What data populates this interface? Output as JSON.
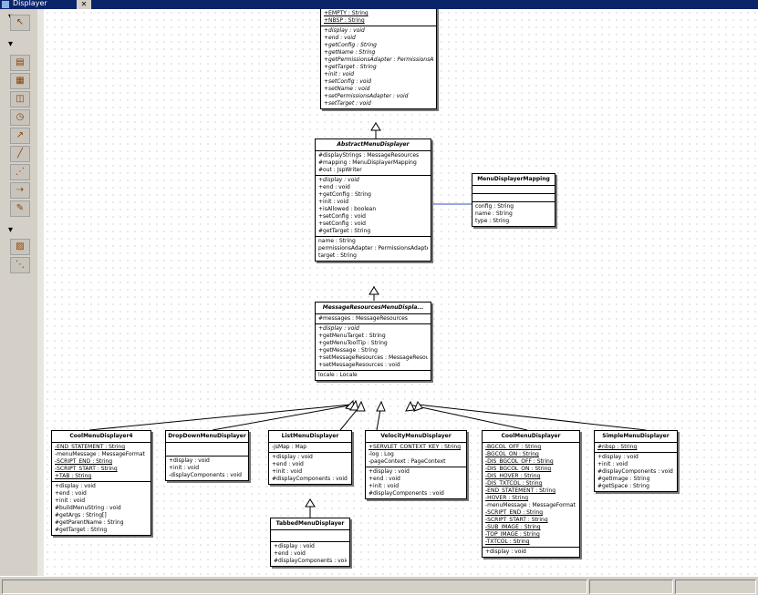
{
  "window": {
    "title": "Displayer"
  },
  "palette": {
    "tools": [
      {
        "name": "select-tool",
        "glyph": "↖"
      },
      {
        "name": "class-tool",
        "glyph": "▤"
      },
      {
        "name": "interface-tool",
        "glyph": "▦"
      },
      {
        "name": "note-tool",
        "glyph": "◫"
      },
      {
        "name": "package-tool",
        "glyph": "◷"
      },
      {
        "name": "generalization-tool",
        "glyph": "↗"
      },
      {
        "name": "association-tool",
        "glyph": "╱"
      },
      {
        "name": "aggregation-tool",
        "glyph": "⋰"
      },
      {
        "name": "dependency-tool",
        "glyph": "⇢"
      },
      {
        "name": "comment-tool",
        "glyph": "✎"
      },
      {
        "name": "picture-tool",
        "glyph": "▨"
      },
      {
        "name": "anchor-tool",
        "glyph": "⋱"
      }
    ]
  },
  "classes": {
    "menu_displayer": {
      "name": "",
      "attributes": [
        {
          "text": "+EMPTY : String",
          "style": "st"
        },
        {
          "text": "+NBSP : String",
          "style": "st"
        }
      ],
      "operations": [
        {
          "text": "+display : void",
          "style": "ab"
        },
        {
          "text": "+end : void",
          "style": "ab"
        },
        {
          "text": "+getConfig : String",
          "style": "ab"
        },
        {
          "text": "+getName : String",
          "style": "ab"
        },
        {
          "text": "+getPermissionsAdapter : PermissionsAdapter",
          "style": "ab"
        },
        {
          "text": "+getTarget : String",
          "style": "ab"
        },
        {
          "text": "+init : void",
          "style": "ab"
        },
        {
          "text": "+setConfig : void",
          "style": "ab"
        },
        {
          "text": "+setName : void",
          "style": "ab"
        },
        {
          "text": "+setPermissionsAdapter : void",
          "style": "ab"
        },
        {
          "text": "+setTarget : void",
          "style": "ab"
        }
      ]
    },
    "abstract_menu_displayer": {
      "name": "AbstractMenuDisplayer",
      "attributes": [
        {
          "text": "#displayStrings : MessageResources",
          "style": ""
        },
        {
          "text": "#mapping : MenuDisplayerMapping",
          "style": ""
        },
        {
          "text": "#out : JspWriter",
          "style": ""
        }
      ],
      "operations": [
        {
          "text": "+display : void",
          "style": "ab"
        },
        {
          "text": "+end : void",
          "style": ""
        },
        {
          "text": "+getConfig : String",
          "style": ""
        },
        {
          "text": "+init : void",
          "style": ""
        },
        {
          "text": "+isAllowed : boolean",
          "style": ""
        },
        {
          "text": "+setConfig : void",
          "style": ""
        },
        {
          "text": "+setConfig : void",
          "style": ""
        },
        {
          "text": "#getTarget : String",
          "style": ""
        }
      ],
      "properties": [
        {
          "text": "name : String",
          "style": ""
        },
        {
          "text": "permissionsAdapter : PermissionsAdapter",
          "style": ""
        },
        {
          "text": "target : String",
          "style": ""
        }
      ]
    },
    "menu_displayer_mapping": {
      "name": "MenuDisplayerMapping",
      "attributes": [],
      "operations": [],
      "properties": [
        {
          "text": "config : String",
          "style": ""
        },
        {
          "text": "name : String",
          "style": ""
        },
        {
          "text": "type : String",
          "style": ""
        }
      ]
    },
    "message_resources_menu_displayer": {
      "name": "MessageResourcesMenuDispla...",
      "attributes": [
        {
          "text": "#messages : MessageResources",
          "style": ""
        }
      ],
      "operations": [
        {
          "text": "+display : void",
          "style": "ab"
        },
        {
          "text": "+getMenuTarget : String",
          "style": ""
        },
        {
          "text": "+getMenuToolTip : String",
          "style": ""
        },
        {
          "text": "+getMessage : String",
          "style": ""
        },
        {
          "text": "+setMessageResources : MessageResources",
          "style": ""
        },
        {
          "text": "+setMessageResources : void",
          "style": ""
        }
      ],
      "properties": [
        {
          "text": "locale : Locale",
          "style": ""
        }
      ]
    },
    "cool_menu_displayer4": {
      "name": "CoolMenuDisplayer4",
      "attributes": [
        {
          "text": "-END_STATEMENT : String",
          "style": "st"
        },
        {
          "text": "-menuMessage : MessageFormat",
          "style": ""
        },
        {
          "text": "-SCRIPT_END : String",
          "style": "st"
        },
        {
          "text": "-SCRIPT_START : String",
          "style": "st"
        },
        {
          "text": "+TAB : String",
          "style": "st"
        }
      ],
      "operations": [
        {
          "text": "+display : void",
          "style": ""
        },
        {
          "text": "+end : void",
          "style": ""
        },
        {
          "text": "+init : void",
          "style": ""
        },
        {
          "text": "#buildMenuString : void",
          "style": ""
        },
        {
          "text": "#getArgs : String[]",
          "style": ""
        },
        {
          "text": "#getParentName : String",
          "style": ""
        },
        {
          "text": "#getTarget : String",
          "style": ""
        }
      ]
    },
    "drop_down_menu_displayer": {
      "name": "DropDownMenuDisplayer",
      "attributes": [],
      "operations": [
        {
          "text": "+display : void",
          "style": ""
        },
        {
          "text": "+init : void",
          "style": ""
        },
        {
          "text": "-displayComponents : void",
          "style": ""
        }
      ]
    },
    "list_menu_displayer": {
      "name": "ListMenuDisplayer",
      "attributes": [
        {
          "text": "-jsMap : Map",
          "style": ""
        }
      ],
      "operations": [
        {
          "text": "+display : void",
          "style": ""
        },
        {
          "text": "+end : void",
          "style": ""
        },
        {
          "text": "+init : void",
          "style": ""
        },
        {
          "text": "#displayComponents : void",
          "style": ""
        }
      ]
    },
    "tabbed_menu_displayer": {
      "name": "TabbedMenuDisplayer",
      "attributes": [],
      "operations": [
        {
          "text": "+display : void",
          "style": ""
        },
        {
          "text": "+end : void",
          "style": ""
        },
        {
          "text": "#displayComponents : void",
          "style": ""
        }
      ]
    },
    "velocity_menu_displayer": {
      "name": "VelocityMenuDisplayer",
      "attributes": [
        {
          "text": "+SERVLET_CONTEXT_KEY : String",
          "style": "st"
        },
        {
          "text": "-log : Log",
          "style": ""
        },
        {
          "text": "-pageContext : PageContext",
          "style": ""
        }
      ],
      "operations": [
        {
          "text": "+display : void",
          "style": ""
        },
        {
          "text": "+end : void",
          "style": ""
        },
        {
          "text": "+init : void",
          "style": ""
        },
        {
          "text": "#displayComponents : void",
          "style": ""
        }
      ]
    },
    "cool_menu_displayer": {
      "name": "CoolMenuDisplayer",
      "attributes": [
        {
          "text": "-BGCOL_OFF : String",
          "style": "st"
        },
        {
          "text": "-BGCOL_ON : String",
          "style": "st"
        },
        {
          "text": "-DIS_BGCOL_OFF : String",
          "style": "st"
        },
        {
          "text": "-DIS_BGCOL_ON : String",
          "style": "st"
        },
        {
          "text": "-DIS_HOVER : String",
          "style": "st"
        },
        {
          "text": "-DIS_TXTCOL : String",
          "style": "st"
        },
        {
          "text": "-END_STATEMENT : String",
          "style": "st"
        },
        {
          "text": "-HOVER : String",
          "style": "st"
        },
        {
          "text": "-menuMessage : MessageFormat",
          "style": ""
        },
        {
          "text": "-SCRIPT_END : String",
          "style": "st"
        },
        {
          "text": "-SCRIPT_START : String",
          "style": "st"
        },
        {
          "text": "-SUB_IMAGE : String",
          "style": "st"
        },
        {
          "text": "-TOP_IMAGE : String",
          "style": "st"
        },
        {
          "text": "-TXTCOL : String",
          "style": "st"
        }
      ],
      "operations": [
        {
          "text": "+display : void",
          "style": ""
        }
      ]
    },
    "simple_menu_displayer": {
      "name": "SimpleMenuDisplayer",
      "attributes": [
        {
          "text": "#nbsp : String",
          "style": "st"
        }
      ],
      "operations": [
        {
          "text": "+display : void",
          "style": ""
        },
        {
          "text": "+init : void",
          "style": ""
        },
        {
          "text": "#displayComponents : void",
          "style": ""
        },
        {
          "text": "#getImage : String",
          "style": ""
        },
        {
          "text": "#getSpace : String",
          "style": ""
        }
      ]
    }
  },
  "colors": {
    "association": "#3050c8",
    "generalization": "#000000"
  }
}
